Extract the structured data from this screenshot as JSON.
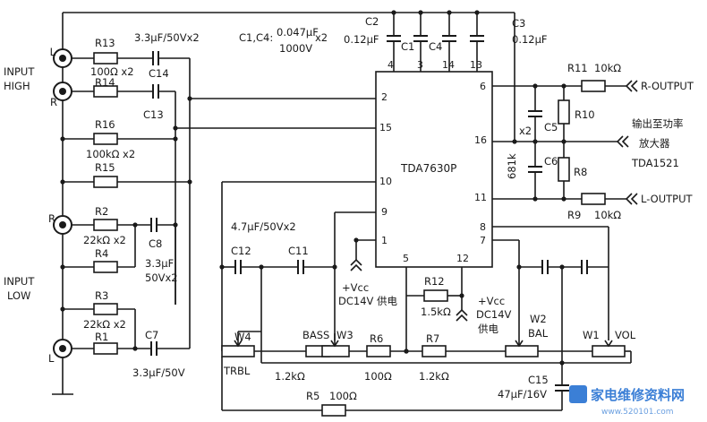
{
  "ic": {
    "name": "TDA7630P",
    "pins": {
      "p4": "4",
      "p3": "3",
      "p14": "14",
      "p13": "13",
      "p2": "2",
      "p15": "15",
      "p10": "10",
      "p9": "9",
      "p1": "1",
      "p5": "5",
      "p12": "12",
      "p6": "6",
      "p16": "16",
      "p11": "11",
      "p8": "8",
      "p7": "7"
    }
  },
  "inputs": {
    "high_line1": "L",
    "high_line2": "INPUT",
    "high_line3": "HIGH",
    "high_line4": "R",
    "low_r": "R",
    "low_line1": "INPUT",
    "low_line2": "LOW",
    "low_l": "L"
  },
  "components": {
    "R13": "R13",
    "R13_val": "100Ω x2",
    "R14": "R14",
    "R16": "R16",
    "R16_val": "100kΩ x2",
    "R15": "R15",
    "R2": "R2",
    "R2_val": "22kΩ x2",
    "R4": "R4",
    "R3": "R3",
    "R3_val": "22kΩ x2",
    "R1": "R1",
    "C14": "C14",
    "C13": "C13",
    "C14_val": "3.3μF/50Vx2",
    "C8": "C8",
    "C8_val1": "3.3μF",
    "C8_val2": "50Vx2",
    "C7": "C7",
    "C7_val": "3.3μF/50V",
    "C1C4_label": "C1,C4:",
    "C1C4_val1": "0.047μF",
    "C1C4_x2": "x2",
    "C1C4_val2": "1000V",
    "C2": "C2",
    "C2_val": "0.12μF",
    "C1": "C1",
    "C4": "C4",
    "C3": "C3",
    "C3_val": "0.12μF",
    "R11": "R11",
    "R11_val": "10kΩ",
    "R10": "R10",
    "R8": "R8",
    "C5": "C5",
    "C6": "C6",
    "C5C6_x2": "x2",
    "C5C6_val": "681k",
    "R9": "R9",
    "R9_val": "10kΩ",
    "C12": "C12",
    "C11": "C11",
    "C11C12_val": "4.7μF/50Vx2",
    "R12": "R12",
    "R12_val": "1.5kΩ",
    "R6": "R6",
    "R6_val": "100Ω",
    "R7": "R7",
    "R7_val": "1.2kΩ",
    "R5": "R5",
    "R5_val": "100Ω",
    "W4": "W4",
    "W4_name": "TRBL",
    "W3": "W3",
    "W3_name": "BASS",
    "W3_val": "1.2kΩ",
    "W2": "W2",
    "W2_name": "BAL",
    "W1": "W1",
    "W1_name": "VOL",
    "C15": "C15",
    "C15_val": "47μF/16V"
  },
  "supply": {
    "vcc1": "+Vcc",
    "vcc1_desc": "DC14V 供电",
    "vcc2": "+Vcc",
    "vcc2_desc1": "DC14V",
    "vcc2_desc2": "供电"
  },
  "outputs": {
    "r_out": "R-OUTPUT",
    "l_out": "L-OUTPUT",
    "desc1": "输出至功率",
    "desc2": "放大器",
    "amp": "TDA1521"
  },
  "watermark": {
    "main": "家电维修资料网",
    "url": "www.520101.com"
  }
}
